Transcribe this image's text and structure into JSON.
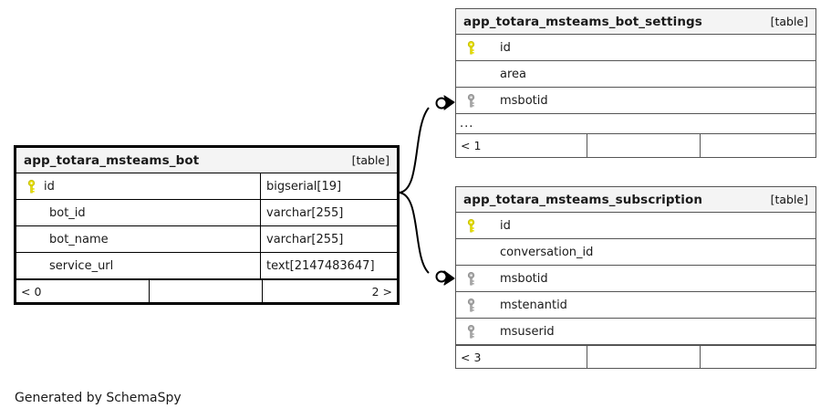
{
  "diagram": {
    "type": "entity-relationship-diagram",
    "generator_caption": "Generated by SchemaSpy",
    "table_tag": "[table]",
    "ellipsis": "...",
    "colors": {
      "primary_key_icon": "#e8e000",
      "foreign_key_icon": "#9a9a9a",
      "focal_border": "#000000",
      "table_border": "#555555",
      "header_background": "#f4f4f4",
      "table_background": "#ffffff",
      "connector": "#000000",
      "page_background": "#ffffff"
    }
  },
  "tables": {
    "bot": {
      "name": "app_totara_msteams_bot",
      "tag": "[table]",
      "focal": true,
      "columns": [
        {
          "key": "primary",
          "name": "id",
          "type": "bigserial[19]"
        },
        {
          "key": "none",
          "name": "bot_id",
          "type": "varchar[255]"
        },
        {
          "key": "none",
          "name": "bot_name",
          "type": "varchar[255]"
        },
        {
          "key": "none",
          "name": "service_url",
          "type": "text[2147483647]"
        }
      ],
      "footer": {
        "left": "< 0",
        "middle": "",
        "right": "2 >"
      }
    },
    "bot_settings": {
      "name": "app_totara_msteams_bot_settings",
      "tag": "[table]",
      "focal": false,
      "columns": [
        {
          "key": "primary",
          "name": "id"
        },
        {
          "key": "none",
          "name": "area"
        },
        {
          "key": "foreign",
          "name": "msbotid"
        }
      ],
      "has_more": true,
      "more_indicator": "...",
      "footer": {
        "left": "< 1",
        "middle": "",
        "right": ""
      }
    },
    "subscription": {
      "name": "app_totara_msteams_subscription",
      "tag": "[table]",
      "focal": false,
      "columns": [
        {
          "key": "primary",
          "name": "id"
        },
        {
          "key": "none",
          "name": "conversation_id"
        },
        {
          "key": "foreign",
          "name": "msbotid"
        },
        {
          "key": "foreign",
          "name": "mstenantid"
        },
        {
          "key": "foreign",
          "name": "msuserid"
        }
      ],
      "has_more": false,
      "footer": {
        "left": "< 3",
        "middle": "",
        "right": ""
      }
    }
  },
  "relationships": [
    {
      "from_table": "app_totara_msteams_bot",
      "from_column": "id",
      "to_table": "app_totara_msteams_bot_settings",
      "to_column": "msbotid",
      "cardinality": "zero-or-many"
    },
    {
      "from_table": "app_totara_msteams_bot",
      "from_column": "id",
      "to_table": "app_totara_msteams_subscription",
      "to_column": "msbotid",
      "cardinality": "zero-or-many"
    }
  ]
}
